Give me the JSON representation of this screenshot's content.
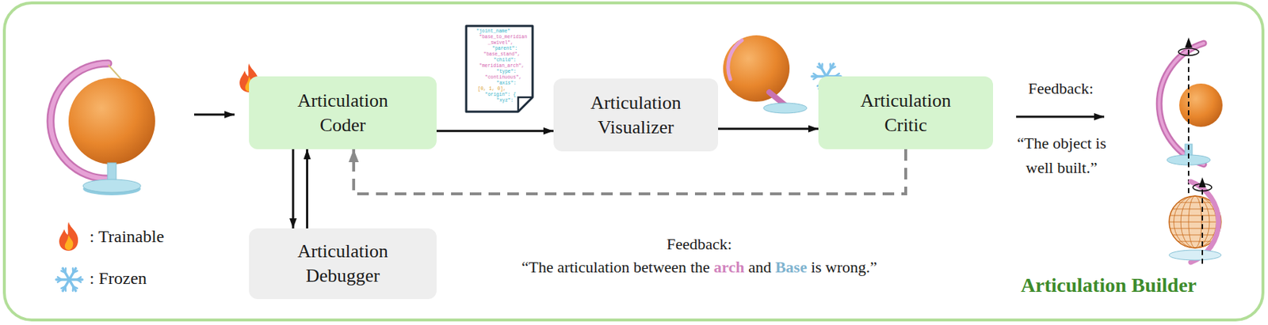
{
  "diagram": {
    "title": "Articulation Builder",
    "nodes": [
      {
        "text": [
          "Articulation Coder"
        ]
      },
      {
        "text": [
          "Articulation Visualizer"
        ]
      },
      {
        "text": [
          "Articulation Critic"
        ]
      },
      {
        "text": [
          "Articulation Debugger"
        ]
      }
    ],
    "edges": [
      {
        "from": 0,
        "to": 1,
        "arrow": "to"
      },
      {
        "from": 1,
        "to": 2,
        "arrow": "to"
      },
      {
        "from": 2,
        "to": 0,
        "arrow": "to"
      },
      {
        "from": 0,
        "to": 3,
        "arrow": "to"
      },
      {
        "from": 3,
        "to": 0,
        "arrow": "to"
      }
    ],
    "labels": [
      "\"joint_name\"",
      "\"base_to_meridian",
      "_swivel\",",
      "\"parent\":",
      "\"base_stand\",",
      "\"child\":",
      "\"meridian_arch\",",
      "\"type\":",
      "\"continuous\",",
      "\"axis\":",
      "[0, 1, 0],",
      "\"origin\": {",
      "\"xyz\":",
      "Feedback:",
      "“The object is well built.”",
      "Feedback:",
      "“The articulation between the arch and Base is wrong.”"
    ],
    "legend": [
      {
        "text": ": Trainable"
      },
      {
        "text": ": Frozen"
      }
    ]
  }
}
